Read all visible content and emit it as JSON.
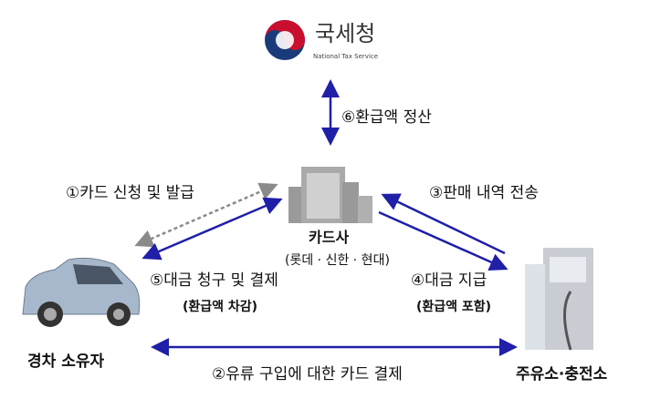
{
  "logo": {
    "name_ko": "국세청",
    "name_en": "National Tax Service",
    "colors": {
      "blue": "#1a3b7a",
      "red": "#c8102e"
    }
  },
  "nodes": {
    "card_company": {
      "label": "카드사",
      "sub": "(롯데 · 신한 · 현대)"
    },
    "car_owner": {
      "label": "경차 소유자"
    },
    "gas_station": {
      "label": "주유소·충전소"
    }
  },
  "steps": {
    "s1": "①카드 신청 및 발급",
    "s2": "②유류 구입에 대한 카드 결제",
    "s3": "③판매 내역 전송",
    "s4": "④대금 지급",
    "s4_sub": "(환급액 포함)",
    "s5": "⑤대금 청구 및 결제",
    "s5_sub": "(환급액 차감)",
    "s6": "⑥환급액 정산"
  },
  "colors": {
    "arrow": "#1f1fa8",
    "dotted": "#8a8a8a"
  }
}
